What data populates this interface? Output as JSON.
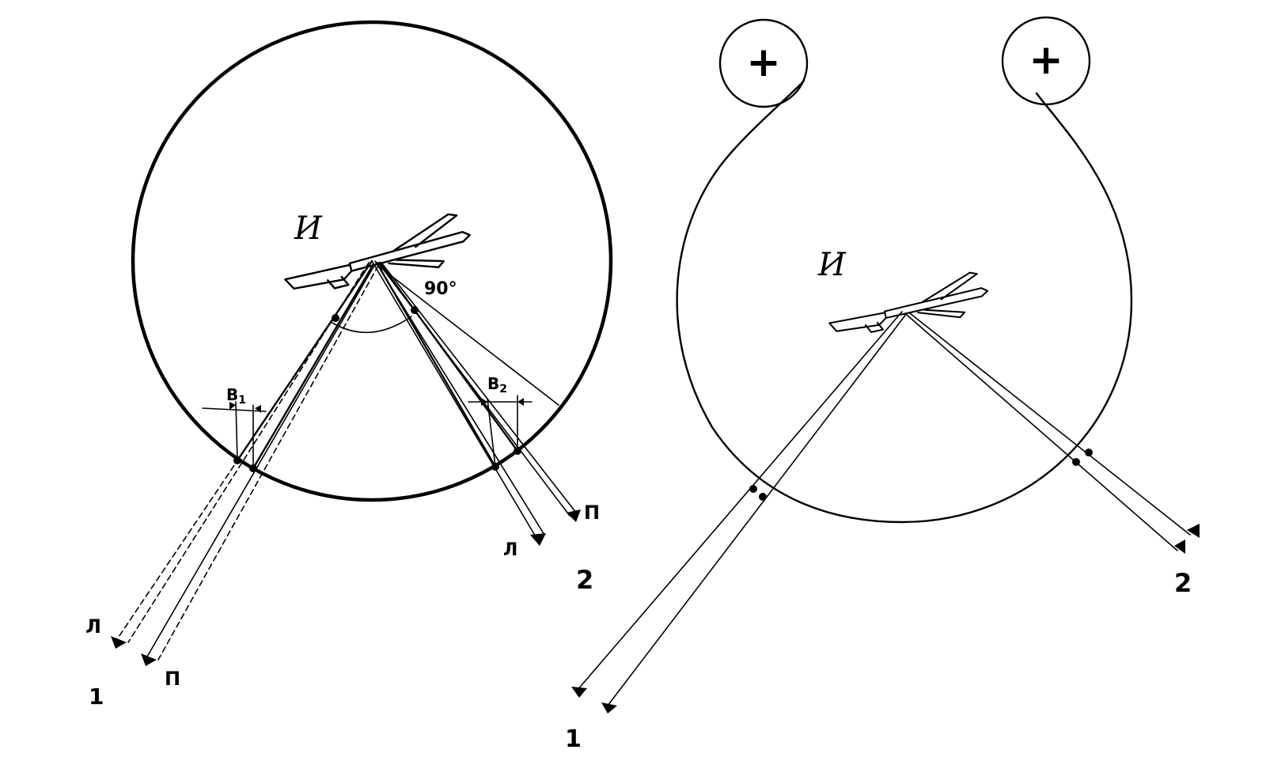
{
  "left_diagram": {
    "aircraft_label": "И",
    "angle_label": "90°",
    "beam1_width_label": "B",
    "beam1_width_sub": "1",
    "beam2_width_label": "B",
    "beam2_width_sub": "2",
    "beam1_left_label": "Л",
    "beam1_right_label": "П",
    "beam2_left_label": "Л",
    "beam2_right_label": "П",
    "beam1_number": "1",
    "beam2_number": "2"
  },
  "right_diagram": {
    "aircraft_label": "И",
    "left_roll_symbol": "+",
    "right_roll_symbol": "+",
    "beam1_number": "1",
    "beam2_number": "2"
  }
}
